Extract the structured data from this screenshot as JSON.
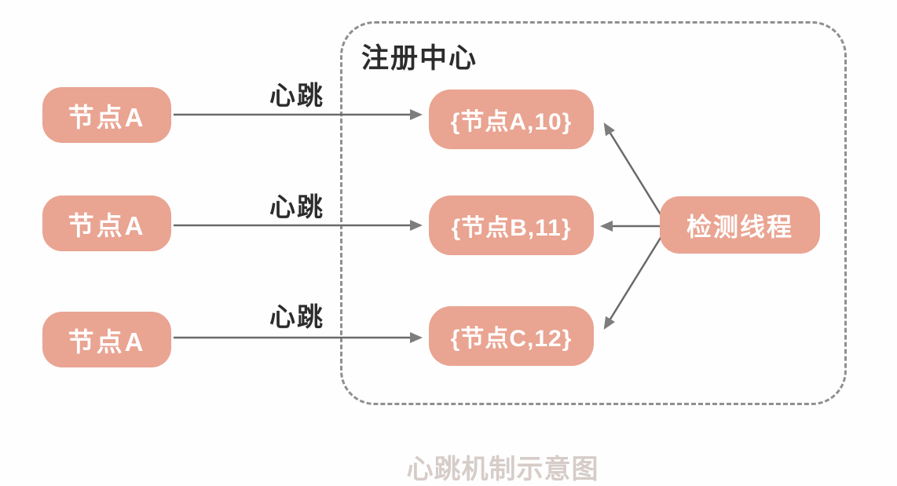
{
  "diagram": {
    "registry_label": "注册中心",
    "nodes": [
      {
        "label": "节点A"
      },
      {
        "label": "节点A"
      },
      {
        "label": "节点A"
      }
    ],
    "heartbeats": [
      {
        "label": "心跳"
      },
      {
        "label": "心跳"
      },
      {
        "label": "心跳"
      }
    ],
    "entries": [
      {
        "label": "{节点A,10}"
      },
      {
        "label": "{节点B,11}"
      },
      {
        "label": "{节点C,12}"
      }
    ],
    "monitor_label": "检测线程",
    "caption": "心跳机制示意图",
    "colors": {
      "background": "#fefefe",
      "node_fill": "#e9a492",
      "node_text": "#ffffff",
      "arrow": "#6a6a6a",
      "arrowhead": "#7d7d7d",
      "border": "#8f8f8f",
      "text": "#2c2c2c",
      "caption": "#d6ccc8"
    }
  }
}
